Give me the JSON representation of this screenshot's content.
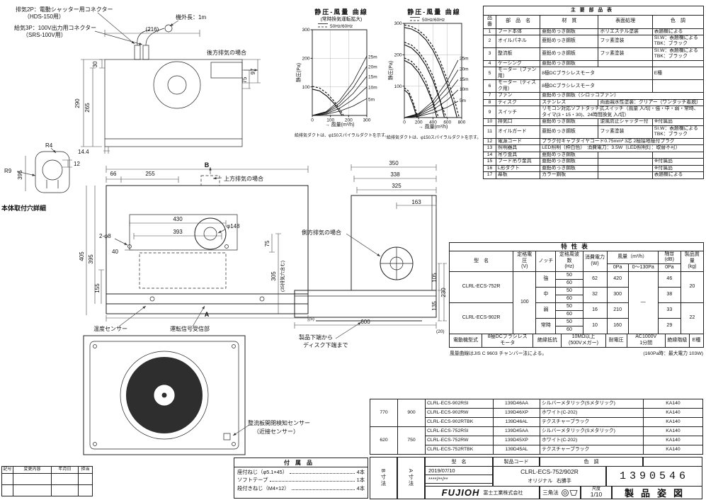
{
  "colors": {
    "line": "#222222",
    "background": "#ffffff",
    "disk": "#2e2e2e"
  },
  "drawing": {
    "labels": {
      "exhaust2p": "排気2P：電動シャッター用コネクター",
      "exhaust2p_sub": "（HDS-150用）",
      "supply3p": "給気3P：100V出力用コネクター",
      "supply3p_sub": "（SRS-100V用）",
      "cord": "機外長：1m",
      "rear": "後方排気の場合",
      "top": "上方排気の場合",
      "side": "側方排気の場合",
      "hole_detail": "本体取付穴詳細",
      "temp_sensor": "温度センサー",
      "receiver": "運転信号受信部",
      "baffle1": "整流板開閉検知センサー",
      "baffle2": "（近接センサー）",
      "disk1": "製品下端から",
      "disk2": "ディスク下端まで"
    },
    "dims": {
      "d216": "(216)",
      "d30": "30",
      "d290": "290",
      "d265": "265",
      "d97": "97",
      "d75r": "75",
      "d14_4": "14.4",
      "r4": "R4",
      "r9": "R9",
      "d12": "12",
      "d395h": "395",
      "B": "B",
      "d66": "66",
      "d255": "255",
      "d430": "430",
      "d393": "393",
      "phi148": "φ148",
      "d2phi8": "2-φ8",
      "d40": "40",
      "d405": "405",
      "d395": "395",
      "d155": "155",
      "d75": "75",
      "d305": "305",
      "note35": "(35排気穴含む)",
      "A": "A",
      "d350": "350",
      "d338": "338",
      "d325": "325",
      "d163": "163",
      "d105": "105",
      "d135": "135",
      "d230": "230",
      "d5": "(5)",
      "d600": "600",
      "d20": "(20)"
    }
  },
  "chart_data": [
    {
      "type": "line",
      "title": "静圧-風量 曲線",
      "subtitle": "(常時換気運転拡大)",
      "legend": "50Hz/60Hz",
      "xlabel": "風量(m³/h)",
      "ylabel": "静圧(Pa)",
      "xlim": [
        0,
        300
      ],
      "ylim": [
        0,
        300
      ],
      "xticks": [
        0,
        100,
        200,
        300
      ],
      "yticks": [
        100,
        200,
        300
      ],
      "grid": true,
      "legend_position": "top-left",
      "note": "給排気ダクトは、φ150スパイラルダクトを示す。",
      "series": [
        {
          "name": "25m",
          "x": [
            0,
            75,
            150,
            225,
            300
          ],
          "y": [
            0,
            13,
            52,
            117,
            208
          ],
          "label_x": 304,
          "label_y": 205
        },
        {
          "name": "20m",
          "x": [
            0,
            75,
            150,
            225,
            300
          ],
          "y": [
            0,
            11,
            43,
            97,
            172
          ],
          "label_x": 304,
          "label_y": 170
        },
        {
          "name": "15m",
          "x": [
            0,
            75,
            150,
            225,
            300
          ],
          "y": [
            0,
            9,
            34,
            77,
            137
          ],
          "label_x": 304,
          "label_y": 135
        },
        {
          "name": "10m",
          "x": [
            0,
            75,
            150,
            225,
            300
          ],
          "y": [
            0,
            6,
            25,
            56,
            100
          ],
          "label_x": 304,
          "label_y": 98
        },
        {
          "name": "5m",
          "x": [
            0,
            75,
            150,
            225,
            300
          ],
          "y": [
            0,
            4,
            15,
            33,
            59
          ],
          "label_x": 304,
          "label_y": 56
        },
        {
          "name": "常時50Hz",
          "kind": "fan",
          "x": [
            0,
            40,
            80,
            120,
            150,
            163
          ],
          "y": [
            92,
            86,
            68,
            42,
            14,
            0
          ]
        },
        {
          "name": "常時60Hz",
          "kind": "fan",
          "dashed": true,
          "x": [
            0,
            40,
            80,
            120,
            155,
            172
          ],
          "y": [
            102,
            96,
            78,
            50,
            18,
            0
          ]
        }
      ]
    },
    {
      "type": "line",
      "title": "静圧-風量 曲線",
      "subtitle": "",
      "legend": "50Hz/60Hz",
      "xlabel": "風量(m³/h)",
      "ylabel": "静圧(Pa)",
      "xlim": [
        0,
        800
      ],
      "ylim": [
        0,
        300
      ],
      "xticks": [
        0,
        200,
        400,
        600,
        800
      ],
      "yticks": [
        100,
        200,
        300
      ],
      "grid": true,
      "legend_position": "top-left",
      "note": "給排気ダクトは、φ150スパイラルダクトを示す。",
      "series": [
        {
          "name": "強50Hz",
          "kind": "fan",
          "x": [
            0,
            100,
            200,
            300,
            400,
            500,
            600,
            680,
            735
          ],
          "y": [
            287,
            282,
            270,
            248,
            214,
            166,
            104,
            48,
            0
          ]
        },
        {
          "name": "強60Hz",
          "kind": "fan",
          "dashed": true,
          "x": [
            0,
            100,
            200,
            300,
            400,
            500,
            600,
            700,
            765
          ],
          "y": [
            295,
            290,
            278,
            258,
            226,
            180,
            120,
            55,
            0
          ]
        },
        {
          "name": "中50Hz",
          "kind": "fan",
          "x": [
            0,
            100,
            200,
            300,
            400,
            500,
            558
          ],
          "y": [
            232,
            222,
            200,
            166,
            118,
            52,
            0
          ]
        },
        {
          "name": "中60Hz",
          "kind": "fan",
          "dashed": true,
          "x": [
            0,
            100,
            200,
            300,
            400,
            520,
            585
          ],
          "y": [
            240,
            231,
            210,
            178,
            132,
            40,
            0
          ]
        },
        {
          "name": "弱50Hz",
          "kind": "fan",
          "x": [
            0,
            100,
            200,
            300,
            400,
            452
          ],
          "y": [
            182,
            170,
            143,
            102,
            46,
            0
          ]
        },
        {
          "name": "弱60Hz",
          "kind": "fan",
          "dashed": true,
          "x": [
            0,
            100,
            200,
            300,
            420,
            478
          ],
          "y": [
            190,
            179,
            154,
            116,
            38,
            0
          ]
        },
        {
          "name": "常時50Hz",
          "kind": "fan",
          "x": [
            0,
            60,
            120,
            160,
            175
          ],
          "y": [
            88,
            76,
            42,
            12,
            0
          ]
        },
        {
          "name": "常時60Hz",
          "kind": "fan",
          "dashed": true,
          "x": [
            0,
            60,
            120,
            170,
            190
          ],
          "y": [
            95,
            84,
            52,
            15,
            0
          ]
        },
        {
          "name": "25m",
          "x": [
            0,
            200,
            400,
            600,
            750
          ],
          "y": [
            0,
            13,
            52,
            117,
            183
          ],
          "label_x": 760,
          "label_y": 188
        },
        {
          "name": "20m",
          "x": [
            0,
            200,
            400,
            600,
            750
          ],
          "y": [
            0,
            11,
            43,
            97,
            152
          ],
          "label_x": 760,
          "label_y": 155
        },
        {
          "name": "15m",
          "x": [
            0,
            200,
            400,
            600,
            750
          ],
          "y": [
            0,
            9,
            34,
            77,
            121
          ],
          "label_x": 760,
          "label_y": 122
        },
        {
          "name": "10m",
          "x": [
            0,
            200,
            400,
            600,
            750
          ],
          "y": [
            0,
            6,
            25,
            56,
            88
          ],
          "label_x": 760,
          "label_y": 90
        },
        {
          "name": "5m",
          "x": [
            0,
            200,
            400,
            600,
            750
          ],
          "y": [
            0,
            4,
            15,
            33,
            52
          ],
          "label_x": 760,
          "label_y": 54
        }
      ]
    }
  ],
  "parts_table": {
    "title": "主要部品表",
    "headers": [
      "品番",
      "部　品　名",
      "材　質",
      "表面処理",
      "色　調"
    ],
    "rows": [
      {
        "no": "1",
        "name": "フード本体",
        "cells": [
          {
            "t": "亜鉛めっき鋼板"
          },
          {
            "t": "ポリエステル塗装"
          },
          {
            "t": "表題欄による"
          }
        ]
      },
      {
        "no": "2",
        "name": "オイルパネル",
        "cells": [
          {
            "t": "亜鉛めっき鋼板"
          },
          {
            "t": "フッ素塗装"
          },
          {
            "t": "SI.W：表題欄による\nTBK：ブラック"
          }
        ]
      },
      {
        "no": "3",
        "name": "整流板",
        "cells": [
          {
            "t": "亜鉛めっき鋼板"
          },
          {
            "t": "フッ素塗装"
          },
          {
            "t": "SI.W：表題欄による\nTBK：ブラック"
          }
        ]
      },
      {
        "no": "4",
        "name": "ケーシング",
        "cells": [
          {
            "t": "亜鉛めっき鋼板"
          },
          {
            "t": ""
          },
          {
            "t": ""
          }
        ]
      },
      {
        "no": "5",
        "name": "モーター（ファン用）",
        "cells": [
          {
            "t": "8極DCブラシレスモータ",
            "span": 2
          },
          {
            "t": "E種"
          }
        ]
      },
      {
        "no": "6",
        "name": "モーター（ディスク用）",
        "cells": [
          {
            "t": "8極DCブラシレスモータ",
            "span": 2
          },
          {
            "t": ""
          }
        ]
      },
      {
        "no": "7",
        "name": "ファン",
        "cells": [
          {
            "t": "亜鉛めっき鋼板（シロッコファン）",
            "span": 3
          }
        ]
      },
      {
        "no": "8",
        "name": "ディスク",
        "cells": [
          {
            "t": "ステンレス"
          },
          {
            "t": "両面親水性塗装：クリアー（ワンタッチ着脱）",
            "span": 2
          }
        ]
      },
      {
        "no": "9",
        "name": "スイッチ",
        "cells": [
          {
            "t": "リモコン対応ソフトタッチ式スイッチ（風量 入/切・強・中・弱・常時、タイマ(3・15・30)、24時間換気 入/切）",
            "span": 3
          }
        ]
      },
      {
        "no": "10",
        "name": "排気口",
        "cells": [
          {
            "t": "亜鉛めっき鋼板"
          },
          {
            "t": "逆風防止シャッター付"
          },
          {
            "t": "※付属品"
          }
        ]
      },
      {
        "no": "11",
        "name": "オイルガード",
        "cells": [
          {
            "t": "亜鉛めっき鋼板"
          },
          {
            "t": "フッ素塗装"
          },
          {
            "t": "SI.W：表題欄による\nTBK：ブラック"
          }
        ]
      },
      {
        "no": "12",
        "name": "電源コード",
        "cells": [
          {
            "t": "プラグ付キャブタイヤコード0.75mm² 3芯 2極接地極付プラグ",
            "span": 3
          }
        ]
      },
      {
        "no": "13",
        "name": "照明器具",
        "cells": [
          {
            "t": "LED照明（枠白色）　消費電力：3.5W（LED照明灯：取替不可）",
            "span": 3
          }
        ]
      },
      {
        "no": "14",
        "name": "吊り金具",
        "cells": [
          {
            "t": "亜鉛めっき鋼板"
          },
          {
            "t": ""
          },
          {
            "t": ""
          }
        ]
      },
      {
        "no": "15",
        "name": "フード吊り金具",
        "cells": [
          {
            "t": "亜鉛めっき鋼板"
          },
          {
            "t": ""
          },
          {
            "t": "※付属品"
          }
        ]
      },
      {
        "no": "16",
        "name": "L形ダクト",
        "cells": [
          {
            "t": "亜鉛めっき鋼板"
          },
          {
            "t": ""
          },
          {
            "t": "※付属品"
          }
        ]
      },
      {
        "no": "17",
        "name": "幕板",
        "cells": [
          {
            "t": "カラー鋼板"
          },
          {
            "t": ""
          },
          {
            "t": "表題欄による"
          }
        ]
      }
    ]
  },
  "spec_table": {
    "title": "特性表",
    "col_headers": {
      "model": "型　名",
      "voltage": "定格電圧\n(V)",
      "notch": "ノッチ",
      "freq": "定格周波数\n(Hz)",
      "power": "消費電力\n(W)",
      "airflow": "風量（m³/h）",
      "airflow_0pa": "0Pa",
      "airflow_range": "0～130Pa",
      "noise": "騒音\n(dB)",
      "noise_0pa": "0Pa",
      "weight": "製品質量\n(kg)"
    },
    "models": [
      "CLRL-ECS-752R",
      "CLRL-ECS-902R"
    ],
    "voltage": "100",
    "range_dash": "—",
    "weights": [
      "20",
      "22"
    ],
    "notches": [
      {
        "name": "強",
        "freqs": [
          "50",
          "60"
        ],
        "power": "62",
        "airflow": "420",
        "noise": "46"
      },
      {
        "name": "中",
        "freqs": [
          "50",
          "60"
        ],
        "power": "32",
        "airflow": "300",
        "noise": "38"
      },
      {
        "name": "弱",
        "freqs": [
          "50",
          "60"
        ],
        "power": "16",
        "airflow": "210",
        "noise": "33"
      },
      {
        "name": "常時",
        "freqs": [
          "50",
          "60"
        ],
        "power": "10",
        "airflow": "160",
        "noise": "29"
      }
    ]
  },
  "motor_table": {
    "cells": [
      {
        "label": "電動機型式",
        "value": "8極DCブラシレス\nモータ"
      },
      {
        "label": "絶縁抵抗",
        "value": "10MΩ以上\n(500Vメガー)"
      },
      {
        "label": "耐電圧",
        "value": "AC1000V\n1分間"
      },
      {
        "label": "絶縁階級",
        "value": "E種"
      }
    ],
    "note_left": "風量曲線はJIS C 9603 チャンバー法による。",
    "note_right": "(160Pa時：最大電力 103W)"
  },
  "product_table": {
    "groups": [
      {
        "b": "770",
        "a": "900",
        "rows": [
          {
            "model": "CLRL-ECS-902RSI",
            "code": "139D46AA",
            "color": "シルバーメタリック(Sメタリック)",
            "note": "KA140"
          },
          {
            "model": "CLRL-ECS-902RW",
            "code": "139D46XP",
            "color": "ホワイト(C-202)",
            "note": "KA140"
          },
          {
            "model": "CLRL-ECS-902RTBK",
            "code": "139D46AL",
            "color": "テクスチャーブラック",
            "note": "KA140"
          }
        ]
      },
      {
        "b": "620",
        "a": "750",
        "rows": [
          {
            "model": "CLRL-ECS-752RSI",
            "code": "139D45AA",
            "color": "シルバーメタリック(Sメタリック)",
            "note": "KA140"
          },
          {
            "model": "CLRL-ECS-752RW",
            "code": "139D45XP",
            "color": "ホワイト(C-202)",
            "note": "KA140"
          },
          {
            "model": "CLRL-ECS-752RTBK",
            "code": "139D45AL",
            "color": "テクスチャーブラック",
            "note": "KA140"
          }
        ]
      }
    ],
    "footer": {
      "b": "B寸法",
      "a": "A寸法",
      "model": "型　名",
      "code": "製品コード",
      "color": "色　調",
      "note": ""
    }
  },
  "accessories": {
    "title": "付属品",
    "items": [
      {
        "name": "座付ねじ（φ5.1×45）",
        "qty": "4本"
      },
      {
        "name": "ソフトテープ",
        "qty": "1本"
      },
      {
        "name": "段付きねじ（M4×12）",
        "qty": "4本"
      }
    ]
  },
  "revision_table": {
    "headers": [
      "記号",
      "変更内容",
      "年月日",
      "担当"
    ]
  },
  "title_block": {
    "date1": "2019/07/10",
    "date2": "****/**/**",
    "model": "CLRL-ECS-752/902R",
    "origin": "オリジナル",
    "hand": "右勝手",
    "number": "1390546",
    "logo": "FUJIOH",
    "company": "富士工業株式会社",
    "projection": "三角法",
    "scale_label": "尺度",
    "scale": "1/10",
    "sheet_name": "製品姿図"
  }
}
